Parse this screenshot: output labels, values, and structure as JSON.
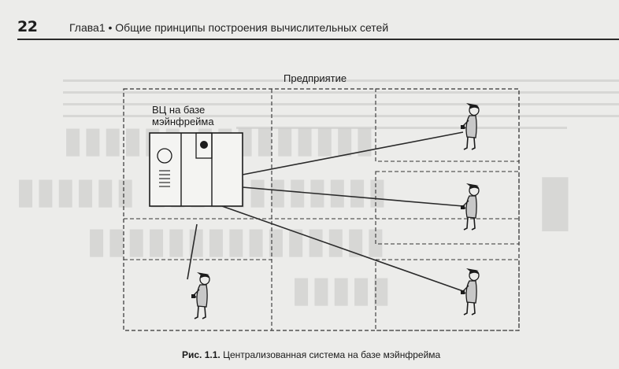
{
  "header": {
    "page_number": "22",
    "running_head": "Глава1 • Общие принципы построения вычислительных сетей"
  },
  "figure": {
    "enterprise_label": "Предприятие",
    "mainframe_label": "ВЦ на базе мэйнфрейма",
    "caption_label": "Рис. 1.1.",
    "caption_text": "Централизованная система на базе мэйнфрейма"
  },
  "colors": {
    "paper": "#ececea",
    "ink": "#1c1c1c",
    "terminal_fill": "#c8c8c8"
  }
}
